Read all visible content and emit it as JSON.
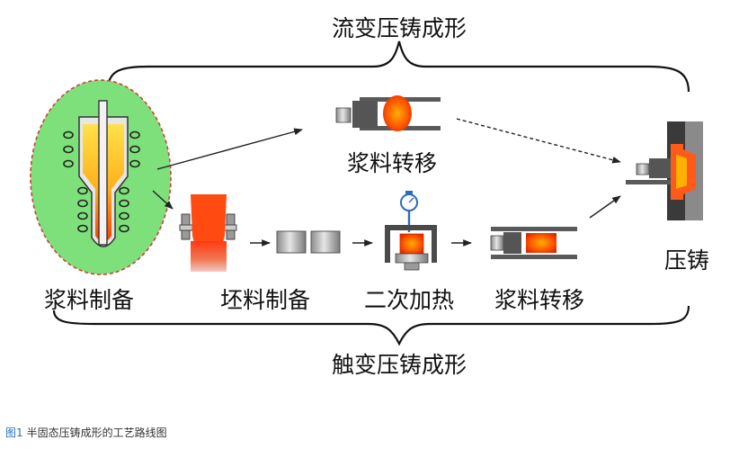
{
  "diagram": {
    "top_label": "流变压铸成形",
    "bottom_label": "触变压铸成形",
    "steps": {
      "slurry_prep": "浆料制备",
      "billet_prep": "坯料制备",
      "reheating": "二次加热",
      "transfer_lower": "浆料转移",
      "transfer_upper": "浆料转移",
      "die_casting": "压铸"
    }
  },
  "caption": {
    "number": "图1",
    "text": "半固态压铸成形的工艺路线图"
  },
  "colors": {
    "furnace_bg": "#7ee07a",
    "slurry": "#ff5a1a",
    "accent_blue": "#2a6ebb"
  }
}
